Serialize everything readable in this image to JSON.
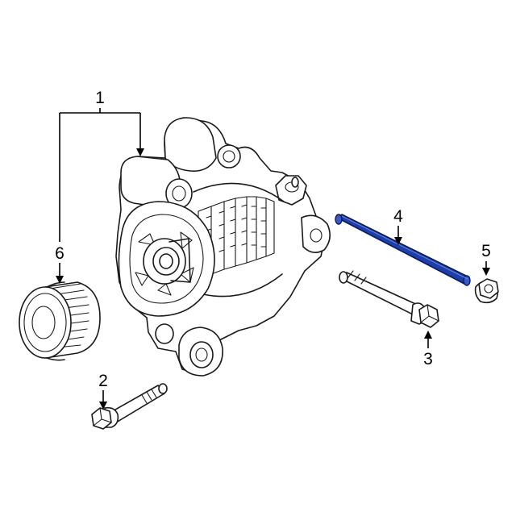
{
  "diagram": {
    "callouts": [
      {
        "id": "1",
        "label": "1",
        "part": "alternator-assembly"
      },
      {
        "id": "2",
        "label": "2",
        "part": "mounting-bolt"
      },
      {
        "id": "3",
        "label": "3",
        "part": "mounting-bolt"
      },
      {
        "id": "4",
        "label": "4",
        "part": "stud",
        "highlighted": true
      },
      {
        "id": "5",
        "label": "5",
        "part": "nut"
      },
      {
        "id": "6",
        "label": "6",
        "part": "pulley"
      }
    ],
    "colors": {
      "line": "#1a1a1a",
      "highlight": "#1f3fa8",
      "highlight_outline": "#0a1a5c",
      "background": "#ffffff"
    }
  }
}
